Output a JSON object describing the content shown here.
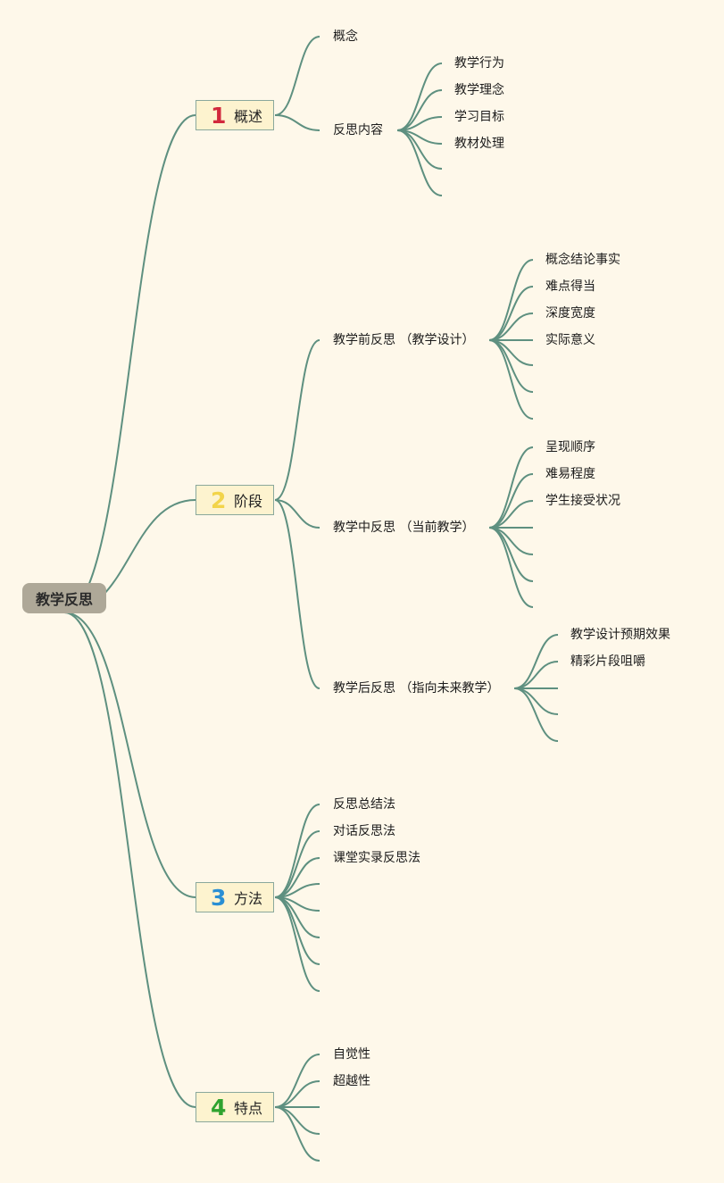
{
  "colors": {
    "background": "#fef8ea",
    "connector": "#5e9080",
    "root_fill": "#aea898",
    "branch_fill": "#fdf3cf",
    "branch_border": "#8aa89c",
    "marker_1": "#d2283c",
    "marker_2": "#f2d44a",
    "marker_3": "#2a8fd4",
    "marker_4": "#2fa32f"
  },
  "root": {
    "label": "教学反思"
  },
  "branches": [
    {
      "marker": "1",
      "label": "概述",
      "children": [
        {
          "label": "概念"
        },
        {
          "label": "反思内容",
          "children": [
            "教学行为",
            "教学理念",
            "学习目标",
            "教材处理",
            "",
            ""
          ]
        }
      ]
    },
    {
      "marker": "2",
      "label": "阶段",
      "children": [
        {
          "label": "教学前反思 （教学设计）",
          "children": [
            "概念结论事实",
            "难点得当",
            "深度宽度",
            "实际意义",
            "",
            "",
            ""
          ]
        },
        {
          "label": "教学中反思 （当前教学）",
          "children": [
            "呈现顺序",
            "难易程度",
            "学生接受状况",
            "",
            "",
            "",
            ""
          ]
        },
        {
          "label": "教学后反思 （指向未来教学）",
          "children": [
            "教学设计预期效果",
            "精彩片段咀嚼",
            "",
            "",
            ""
          ]
        }
      ]
    },
    {
      "marker": "3",
      "label": "方法",
      "children": [
        {
          "label": "反思总结法"
        },
        {
          "label": "对话反思法"
        },
        {
          "label": "课堂实录反思法"
        },
        {
          "label": ""
        },
        {
          "label": ""
        },
        {
          "label": ""
        },
        {
          "label": ""
        },
        {
          "label": ""
        }
      ]
    },
    {
      "marker": "4",
      "label": "特点",
      "children": [
        {
          "label": "自觉性"
        },
        {
          "label": "超越性"
        },
        {
          "label": ""
        },
        {
          "label": ""
        },
        {
          "label": ""
        }
      ]
    }
  ]
}
